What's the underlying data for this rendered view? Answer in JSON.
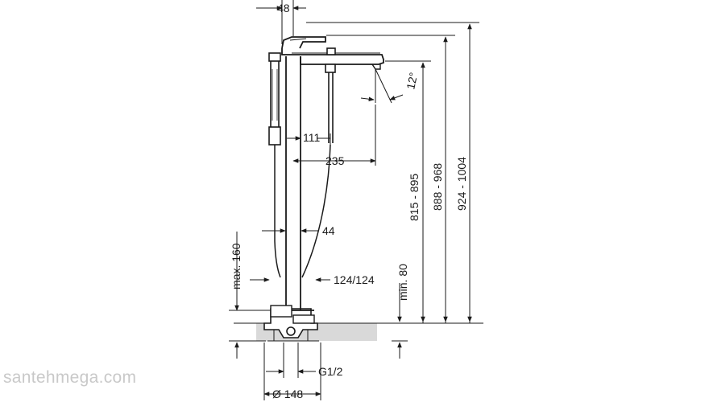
{
  "dimensions": {
    "top_width": "48",
    "tilt_angle": "12°",
    "spout_offset": "111",
    "spout_reach": "235",
    "column_width": "44",
    "hose_offset": "124/124",
    "height_spout": "815 - 895",
    "height_lever": "888 - 968",
    "height_total": "924 - 1004",
    "min_floor": "min. 80",
    "max_floor": "max. 160",
    "connection": "G1/2",
    "base_diameter": "Ø 148"
  },
  "watermark": "santehmega.com"
}
